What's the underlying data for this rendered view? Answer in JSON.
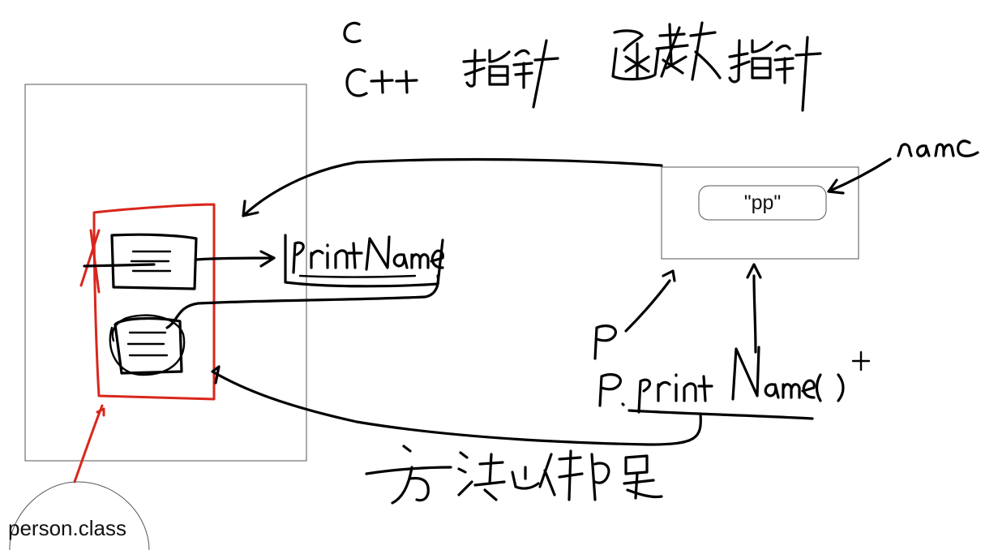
{
  "labels": {
    "string_value": "\"pp\"",
    "class_file": "person.class"
  },
  "handwriting": {
    "lang_c": "C",
    "lang_cpp": "C++",
    "pointer": "指针",
    "function_pointer": "函数指针",
    "name": "name",
    "method_name": "printName",
    "variable": "P",
    "call": "P. printName( )",
    "method_binding": "方法的绑定"
  },
  "colors": {
    "ink": "#000000",
    "red_ink": "#d9261c",
    "frame": "#555555"
  }
}
